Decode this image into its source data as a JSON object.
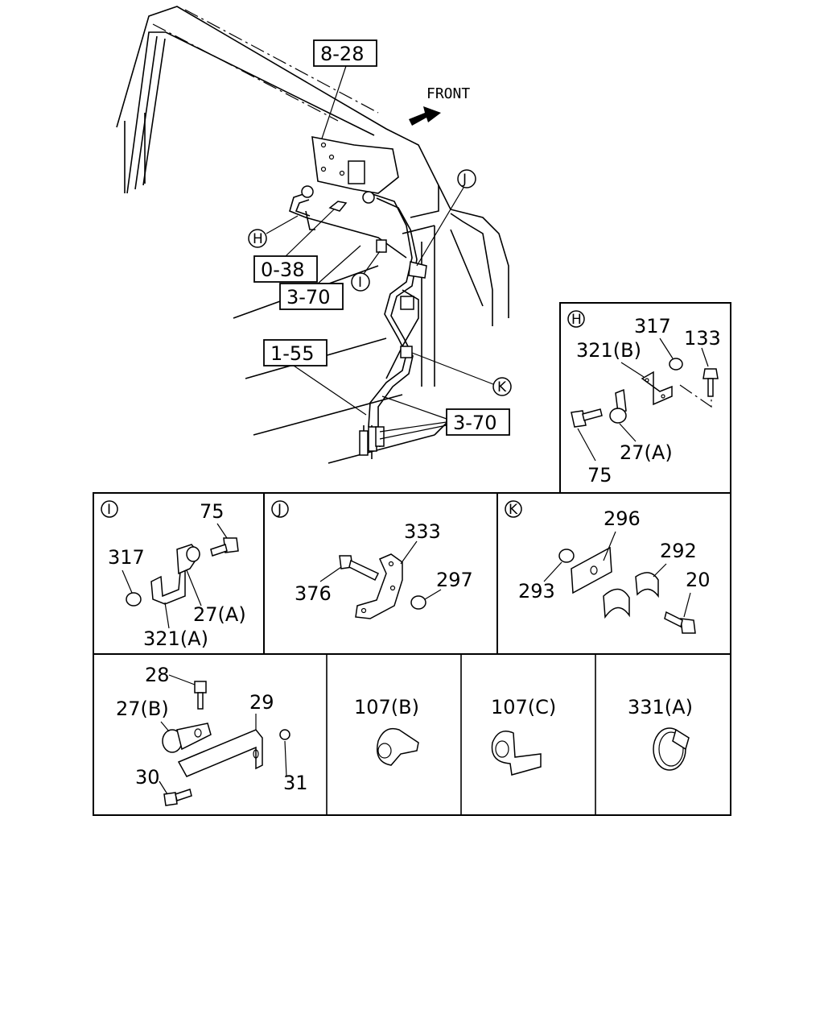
{
  "main": {
    "front_label": "FRONT",
    "refs": [
      "8-28",
      "0-38",
      "3-70",
      "1-55",
      "3-70"
    ],
    "circles": [
      "H",
      "I",
      "J",
      "K"
    ]
  },
  "panel_h": {
    "tag": "H",
    "labels": [
      "317",
      "133",
      "321(B)",
      "27(A)",
      "75"
    ]
  },
  "panel_i": {
    "tag": "I",
    "labels": [
      "75",
      "317",
      "27(A)",
      "321(A)"
    ]
  },
  "panel_j": {
    "tag": "J",
    "labels": [
      "333",
      "376",
      "297"
    ]
  },
  "panel_k": {
    "tag": "K",
    "labels": [
      "296",
      "292",
      "293",
      "20"
    ]
  },
  "bottom": {
    "group1_labels": [
      "28",
      "27(B)",
      "29",
      "30",
      "31"
    ],
    "cell2": "107(B)",
    "cell3": "107(C)",
    "cell4": "331(A)"
  },
  "icons": [
    "arrow-icon",
    "bolt-icon",
    "nut-icon",
    "clip-icon",
    "bracket-icon",
    "band-icon"
  ]
}
